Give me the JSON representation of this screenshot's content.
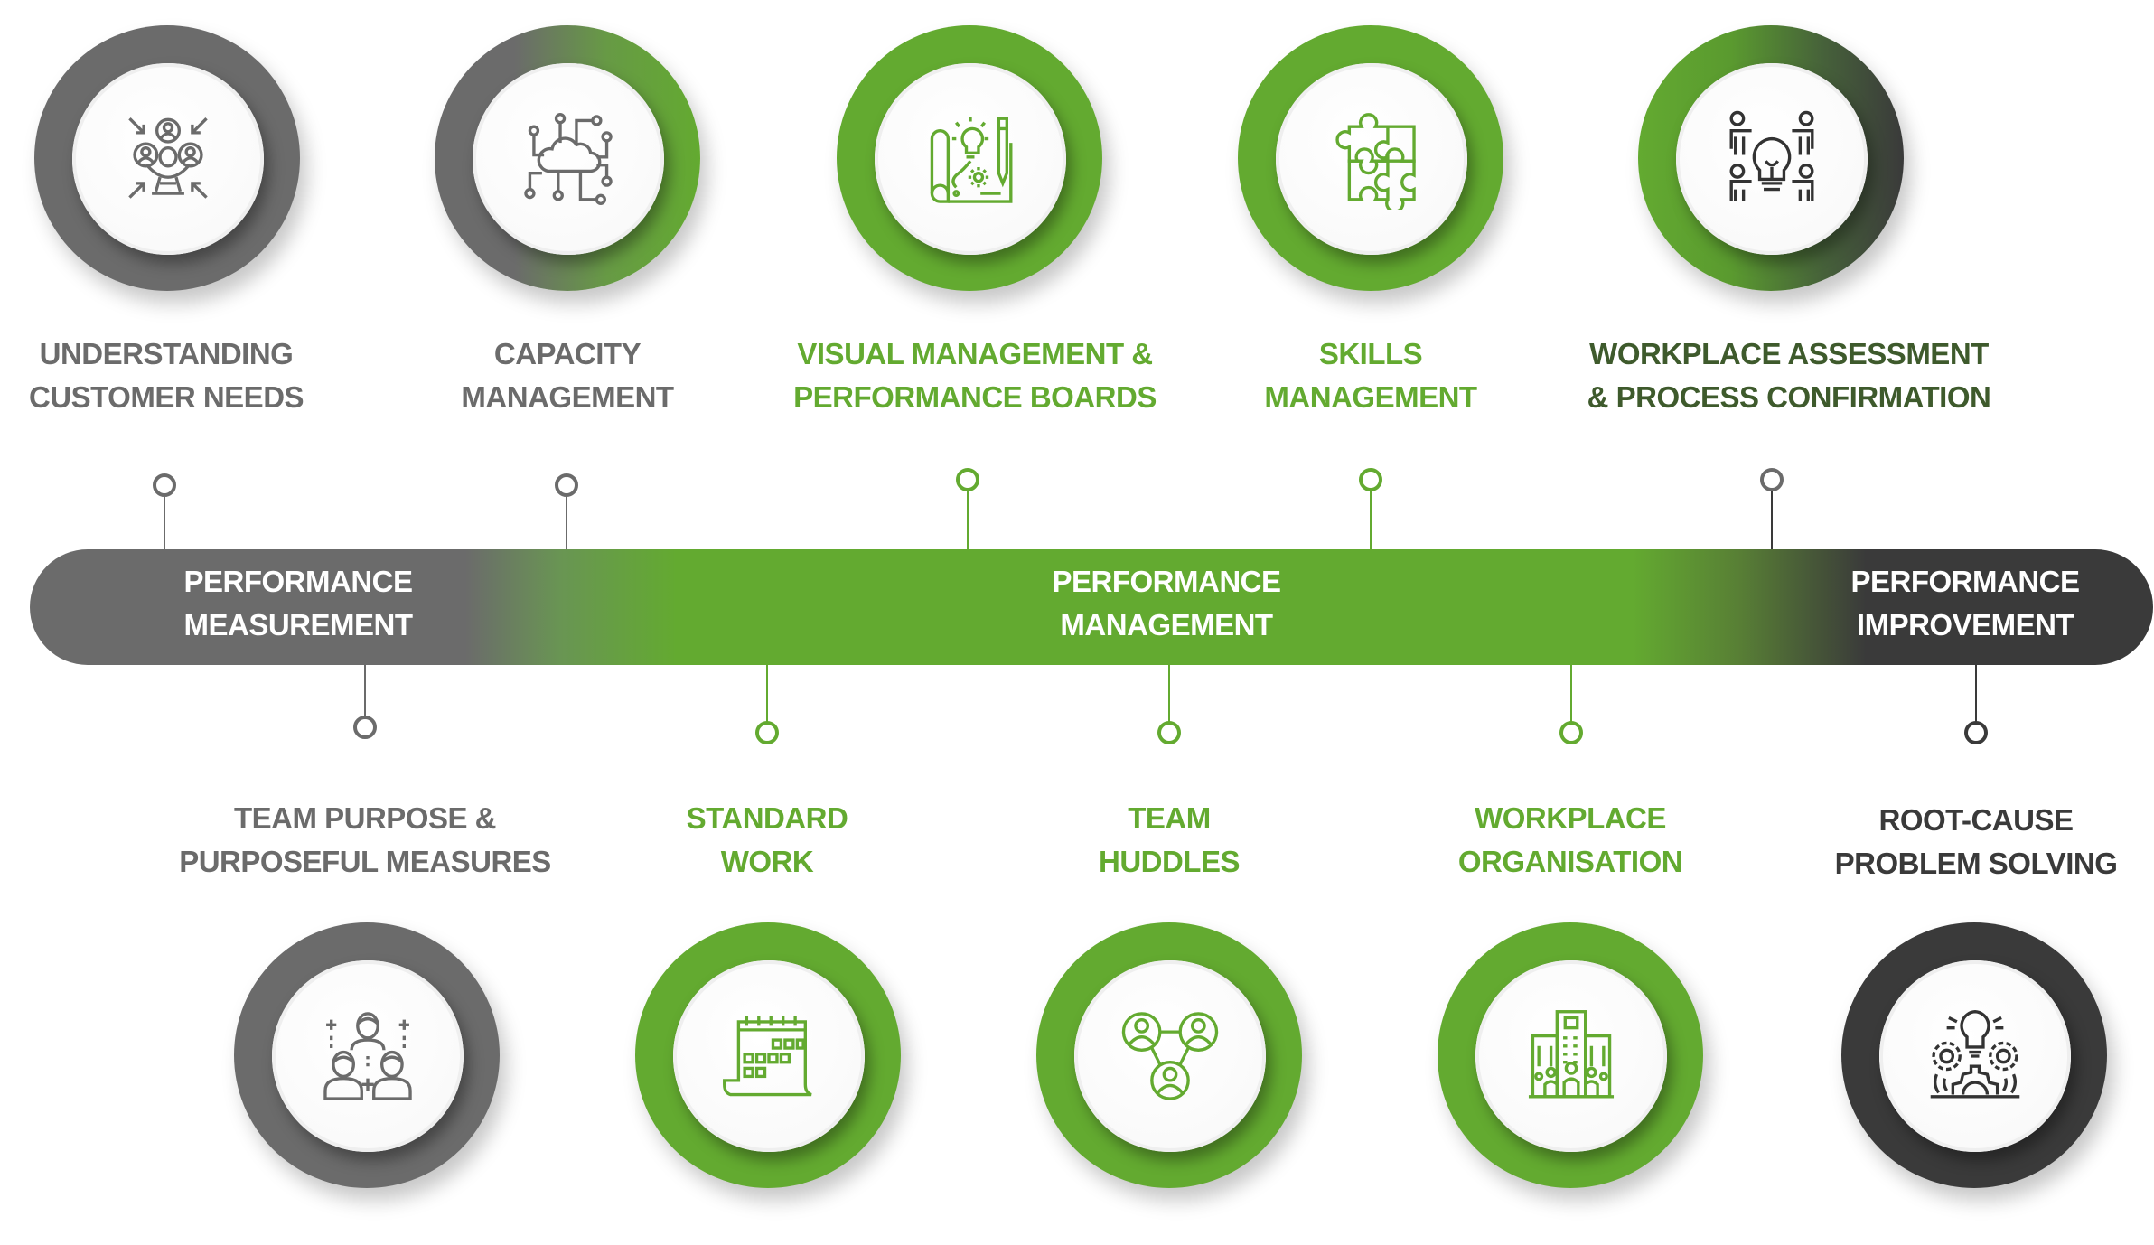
{
  "colors": {
    "gray": "#6b6b6b",
    "green": "#63aa30",
    "dark_green": "#3e5a2c",
    "dark": "#3a3a3a",
    "white": "#ffffff"
  },
  "phases": [
    {
      "line1": "PERFORMANCE",
      "line2": "MEASUREMENT",
      "color": "#6b6b6b"
    },
    {
      "line1": "PERFORMANCE",
      "line2": "MANAGEMENT",
      "color": "#63aa30"
    },
    {
      "line1": "PERFORMANCE",
      "line2": "IMPROVEMENT",
      "color": "#3a3a3a"
    }
  ],
  "top_items": [
    {
      "line1": "UNDERSTANDING",
      "line2": "CUSTOMER NEEDS",
      "icon": "customer-focus-icon",
      "ring": "gray",
      "text_color": "gray"
    },
    {
      "line1": "CAPACITY",
      "line2": "MANAGEMENT",
      "icon": "cloud-network-icon",
      "ring": "gray-to-green",
      "text_color": "gray"
    },
    {
      "line1": "VISUAL MANAGEMENT &",
      "line2": "PERFORMANCE BOARDS",
      "icon": "blueprint-idea-icon",
      "ring": "green",
      "text_color": "green"
    },
    {
      "line1": "SKILLS",
      "line2": "MANAGEMENT",
      "icon": "puzzle-icon",
      "ring": "green",
      "text_color": "green"
    },
    {
      "line1": "WORKPLACE ASSESSMENT",
      "line2": "& PROCESS CONFIRMATION",
      "icon": "team-idea-icon",
      "ring": "green-to-dark",
      "text_color": "dark-green"
    }
  ],
  "bottom_items": [
    {
      "line1": "TEAM PURPOSE &",
      "line2": "PURPOSEFUL MEASURES",
      "icon": "team-group-icon",
      "ring": "gray",
      "text_color": "gray"
    },
    {
      "line1": "STANDARD",
      "line2": "WORK",
      "icon": "calendar-icon",
      "ring": "green",
      "text_color": "green"
    },
    {
      "line1": "TEAM",
      "line2": "HUDDLES",
      "icon": "team-network-icon",
      "ring": "green",
      "text_color": "green"
    },
    {
      "line1": "WORKPLACE",
      "line2": "ORGANISATION",
      "icon": "building-people-icon",
      "ring": "green",
      "text_color": "green"
    },
    {
      "line1": "ROOT-CAUSE",
      "line2": "PROBLEM SOLVING",
      "icon": "idea-gears-icon",
      "ring": "dark",
      "text_color": "dark"
    }
  ]
}
